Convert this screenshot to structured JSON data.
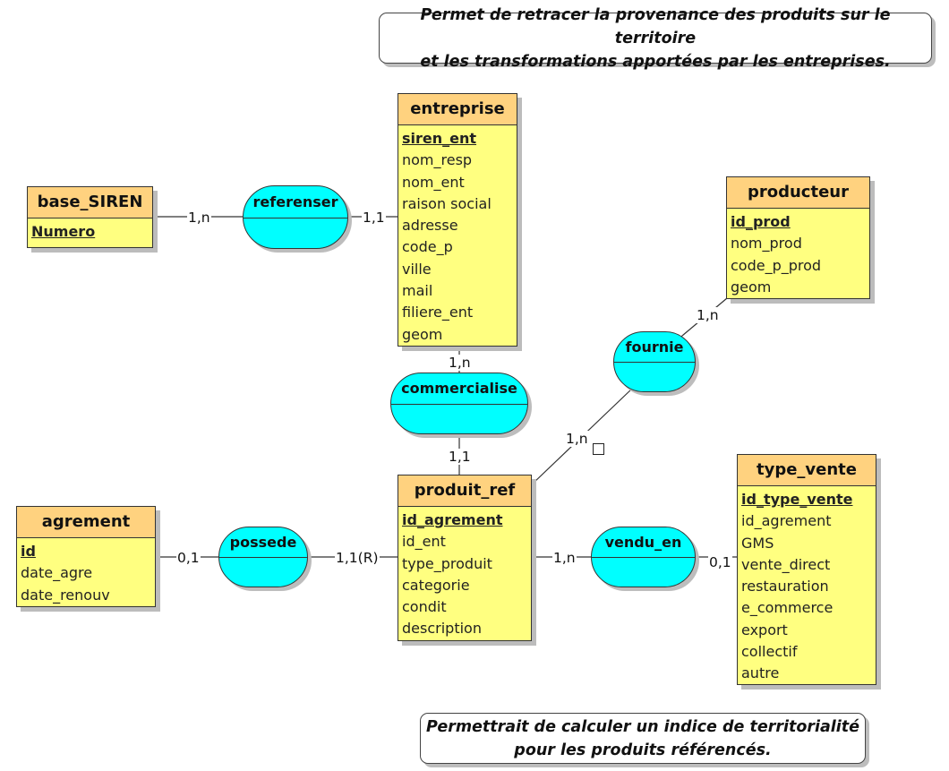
{
  "notes": {
    "top": {
      "line1": "Permet de retracer la provenance des produits sur le territoire",
      "line2": "et les transformations apportées par les entreprises."
    },
    "bottom": {
      "line1": "Permettrait de calculer un indice de territorialité",
      "line2": "pour les produits référencés."
    }
  },
  "entities": {
    "base_siren": {
      "title": "base_SIREN",
      "attrs": [
        "Numero"
      ]
    },
    "entreprise": {
      "title": "entreprise",
      "attrs": [
        "siren_ent",
        "nom_resp",
        "nom_ent",
        "raison social",
        "adresse",
        "code_p",
        "ville",
        "mail",
        "filiere_ent",
        "geom"
      ]
    },
    "producteur": {
      "title": "producteur",
      "attrs": [
        "id_prod",
        "nom_prod",
        "code_p_prod",
        "geom"
      ]
    },
    "produit_ref": {
      "title": "produit_ref",
      "attrs": [
        "id_agrement",
        "id_ent",
        "type_produit",
        "categorie",
        "condit",
        "description"
      ]
    },
    "agrement": {
      "title": "agrement",
      "attrs": [
        "id",
        "date_agre",
        "date_renouv"
      ]
    },
    "type_vente": {
      "title": "type_vente",
      "attrs": [
        "id_type_vente",
        "id_agrement",
        "GMS",
        "vente_direct",
        "restauration",
        "e_commerce",
        "export",
        "collectif",
        "autre"
      ]
    }
  },
  "associations": {
    "referenser": "referenser",
    "commercialise": "commercialise",
    "fournie": "fournie",
    "possede": "possede",
    "vendu_en": "vendu_en"
  },
  "cardinalities": {
    "siren_referenser": "1,n",
    "referenser_entreprise": "1,1",
    "entreprise_commercialise": "1,n",
    "commercialise_produit": "1,1",
    "producteur_fournie": "1,n",
    "fournie_produit": "1,n",
    "agrement_possede": "0,1",
    "possede_produit": "1,1(R)",
    "produit_vendu": "1,n",
    "vendu_type": "0,1"
  }
}
